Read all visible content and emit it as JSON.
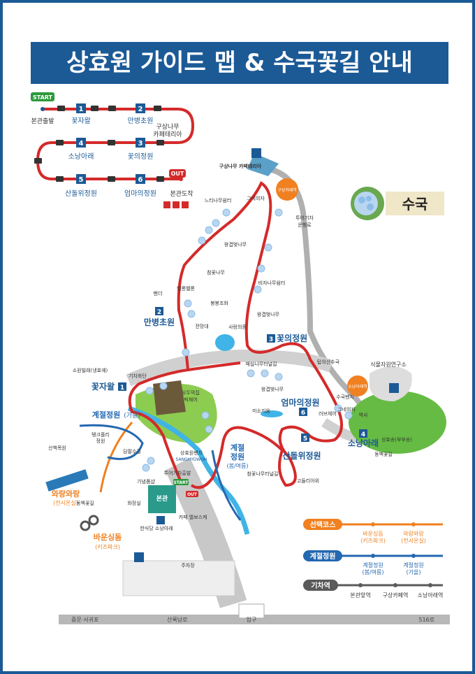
{
  "title": "상효원 가이드 맵 & 수국꽃길 안내",
  "legend_route": {
    "start": "START",
    "out": "OUT",
    "stops": [
      {
        "num": "",
        "label": "본관출발"
      },
      {
        "num": "1",
        "label": "꽃자왈"
      },
      {
        "num": "2",
        "label": "만병초원"
      },
      {
        "num": "",
        "label": "구상나무\n카페테리아"
      },
      {
        "num": "3",
        "label": "꽃의정원"
      },
      {
        "num": "4",
        "label": "소낭아래"
      },
      {
        "num": "5",
        "label": "산돌위정원"
      },
      {
        "num": "6",
        "label": "엄마의정원"
      },
      {
        "num": "",
        "label": "본관도착"
      }
    ]
  },
  "suguk": {
    "label": "수국"
  },
  "areas": {
    "a1": {
      "num": "1",
      "label": "꽃자왈"
    },
    "a2": {
      "num": "2",
      "label": "만병초원"
    },
    "a3": {
      "num": "3",
      "label": "꽃의정원"
    },
    "a4": {
      "num": "4",
      "label": "소낭아래"
    },
    "a5": {
      "num": "5",
      "label": "산돌위정원"
    },
    "a6": {
      "num": "6",
      "label": "엄마의정원"
    },
    "season": "계절정원",
    "season_sub": "(가을)",
    "season2": "계절\n정원",
    "season2_sub": "(봄/여름)",
    "wayang": "와랑와랑",
    "wayang_sub": "(전시온실)",
    "baun": "바운싱돔",
    "baun_sub": "(키즈파크)"
  },
  "places": {
    "cafeteria": "구상나무 카페테리아",
    "cafe_badge": "구상카페역",
    "soji_badge": "소낭아래역",
    "neuti": "느티나무쉼터",
    "geunaeuija": "그네의자",
    "train_road": "투어기차\n운행로",
    "wanggeop1": "왕겹벚나무",
    "champ": "참꽃나무",
    "bijanamu": "비자나무쉼터",
    "penda": "펜더",
    "beolbeol": "벨롱벨롱",
    "bongbong": "봉봉조화",
    "sarang": "사랑의종",
    "wanggeop2": "왕겹벚나무",
    "jeonmangdae": "전망대",
    "wongwallae": "소원빌래(냉효궤)",
    "train_stop": "기차화단",
    "odumak": "오두막집\n빅체어",
    "maesil": "매실나무터널길",
    "wanggeop3": "왕겹벚나무",
    "misoji": "미소지움",
    "lovechair": "러브체어",
    "geunaeuija2": "그네의자",
    "yeoksa": "역사",
    "top": "탑의산수국",
    "subeonchi": "수국벤치",
    "gardenbuild": "식물자원연구소",
    "sanghyosong": "상효송(부부송)",
    "dongbaek": "동백꽃길",
    "gotdeulli": "고들리아위",
    "sanghyoju": "상효원벤치",
    "sanghyo_en": "SANGHYOWON",
    "tour_train": "투어기차출발",
    "gimbap": "기념품샵",
    "main": "본관",
    "hwajangsil": "화장실",
    "hansik": "한식당 소낭아래",
    "cafe2": "카페 엘보스케",
    "parking": "주차장",
    "tulip": "탱크플리\n정원",
    "dansu": "담팔수길",
    "sanchaek": "산책목원",
    "dongbaek2": "동백꽃길",
    "champ_walk": "참꽃나무터널길"
  },
  "legend_lines": [
    {
      "label": "선택코스",
      "color": "#f08020",
      "p1": "바운싱돔\n(키즈파크)",
      "p2": "와랑와랑\n(전시온실)"
    },
    {
      "label": "계절정원",
      "color": "#2468b0",
      "p1": "계절정원\n(봄/여름)",
      "p2": "계절정원\n(가을)"
    },
    {
      "label": "기차역",
      "color": "#5a5a5a",
      "p1": "본관앞역",
      "p2": "구상카페역",
      "p3": "소낭아래역"
    }
  ],
  "road": {
    "left": "중문·서귀포",
    "middle": "산록남로",
    "entrance": "입구",
    "right": "516로"
  },
  "colors": {
    "brand": "#1c5a96",
    "route": "#d42a2a",
    "green": "#5ab047",
    "orange": "#f08020",
    "road": "#b8b8b8"
  }
}
